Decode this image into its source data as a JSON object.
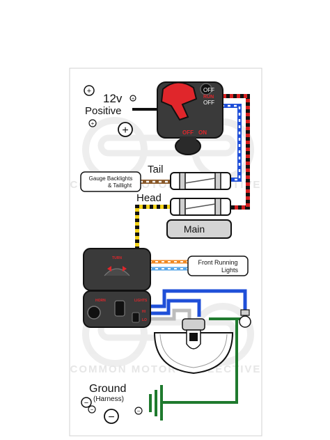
{
  "supply": {
    "voltage": "12v",
    "label": "Positive"
  },
  "ground": {
    "label": "Ground",
    "sublabel": "(Harness)"
  },
  "fuses": {
    "tail_label": "Tail",
    "head_label": "Head",
    "main_label": "Main"
  },
  "boxes": {
    "gauge_line1": "Gauge Backlights",
    "gauge_line2": "& Taillight",
    "frl_line1": "Front Running",
    "frl_line2": "Lights"
  },
  "kill_switch": {
    "off_top": "OFF",
    "run": "RUN",
    "off_mid": "OFF",
    "off_bottom": "OFF",
    "on_bottom": "ON"
  },
  "light_switch": {
    "turn": "TURN",
    "horn": "HORN",
    "lights": "LIGHTS",
    "hi": "HI",
    "lo": "LO"
  },
  "watermark": {
    "mid": "COMMON MOTOR COLLECTIVE",
    "bottom": "COMMON MOTOR COLLECTIVE"
  },
  "symbols": {
    "plus": "+",
    "minus": "−"
  },
  "colors": {
    "switch_red": "#e0262b",
    "housing": "#3a3a3a",
    "wire_blue": "#1f4fd8",
    "wire_green": "#1f7a2e",
    "wire_yellow": "#f2d21b",
    "wire_brown": "#8a5a2b",
    "wire_orange": "#f08a24",
    "wire_ltblue": "#5aa7e8",
    "wire_red": "#d62020"
  }
}
